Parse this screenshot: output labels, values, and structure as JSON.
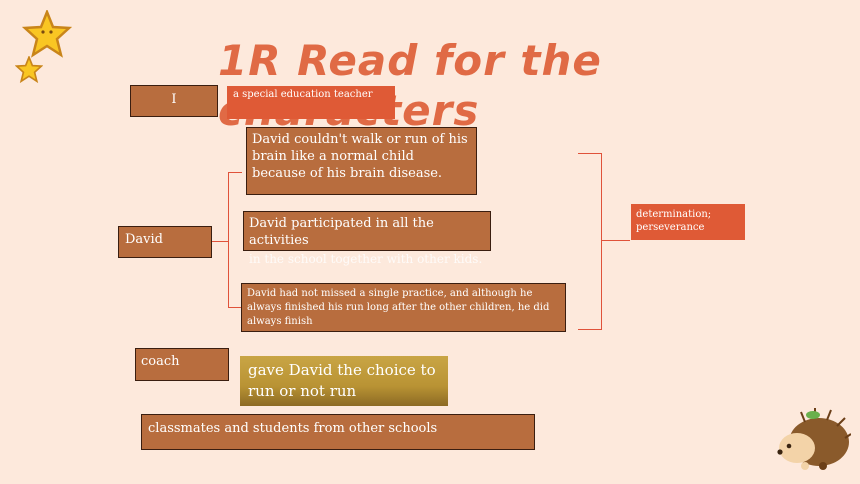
{
  "title": "1R Read for the characters",
  "nodes": {
    "i_label": "I",
    "i_desc": "a special education teacher",
    "david_label": "David",
    "david_desc1": "David couldn't walk or run of his brain like a normal child because of his brain disease.",
    "david_desc2": "David participated in all the activities",
    "david_desc2_overflow": "in the school together with other kids.",
    "david_desc3": "David had not missed a single practice, and although he always finished his run long after the other children, he did always finish",
    "trait": "determination; perseverance",
    "coach_label": "coach",
    "coach_desc": "gave David the choice to run or not run",
    "classmates": "classmates and students from other schools"
  },
  "colors": {
    "background": "#fde9dc",
    "title": "#e06a45",
    "brown_box": "#b86d3e",
    "red_box": "#df5a36",
    "gold_box": "#c9a545",
    "bracket": "#e0523a"
  },
  "decorations": [
    "star-icon",
    "star-icon",
    "hedgehog-icon"
  ]
}
